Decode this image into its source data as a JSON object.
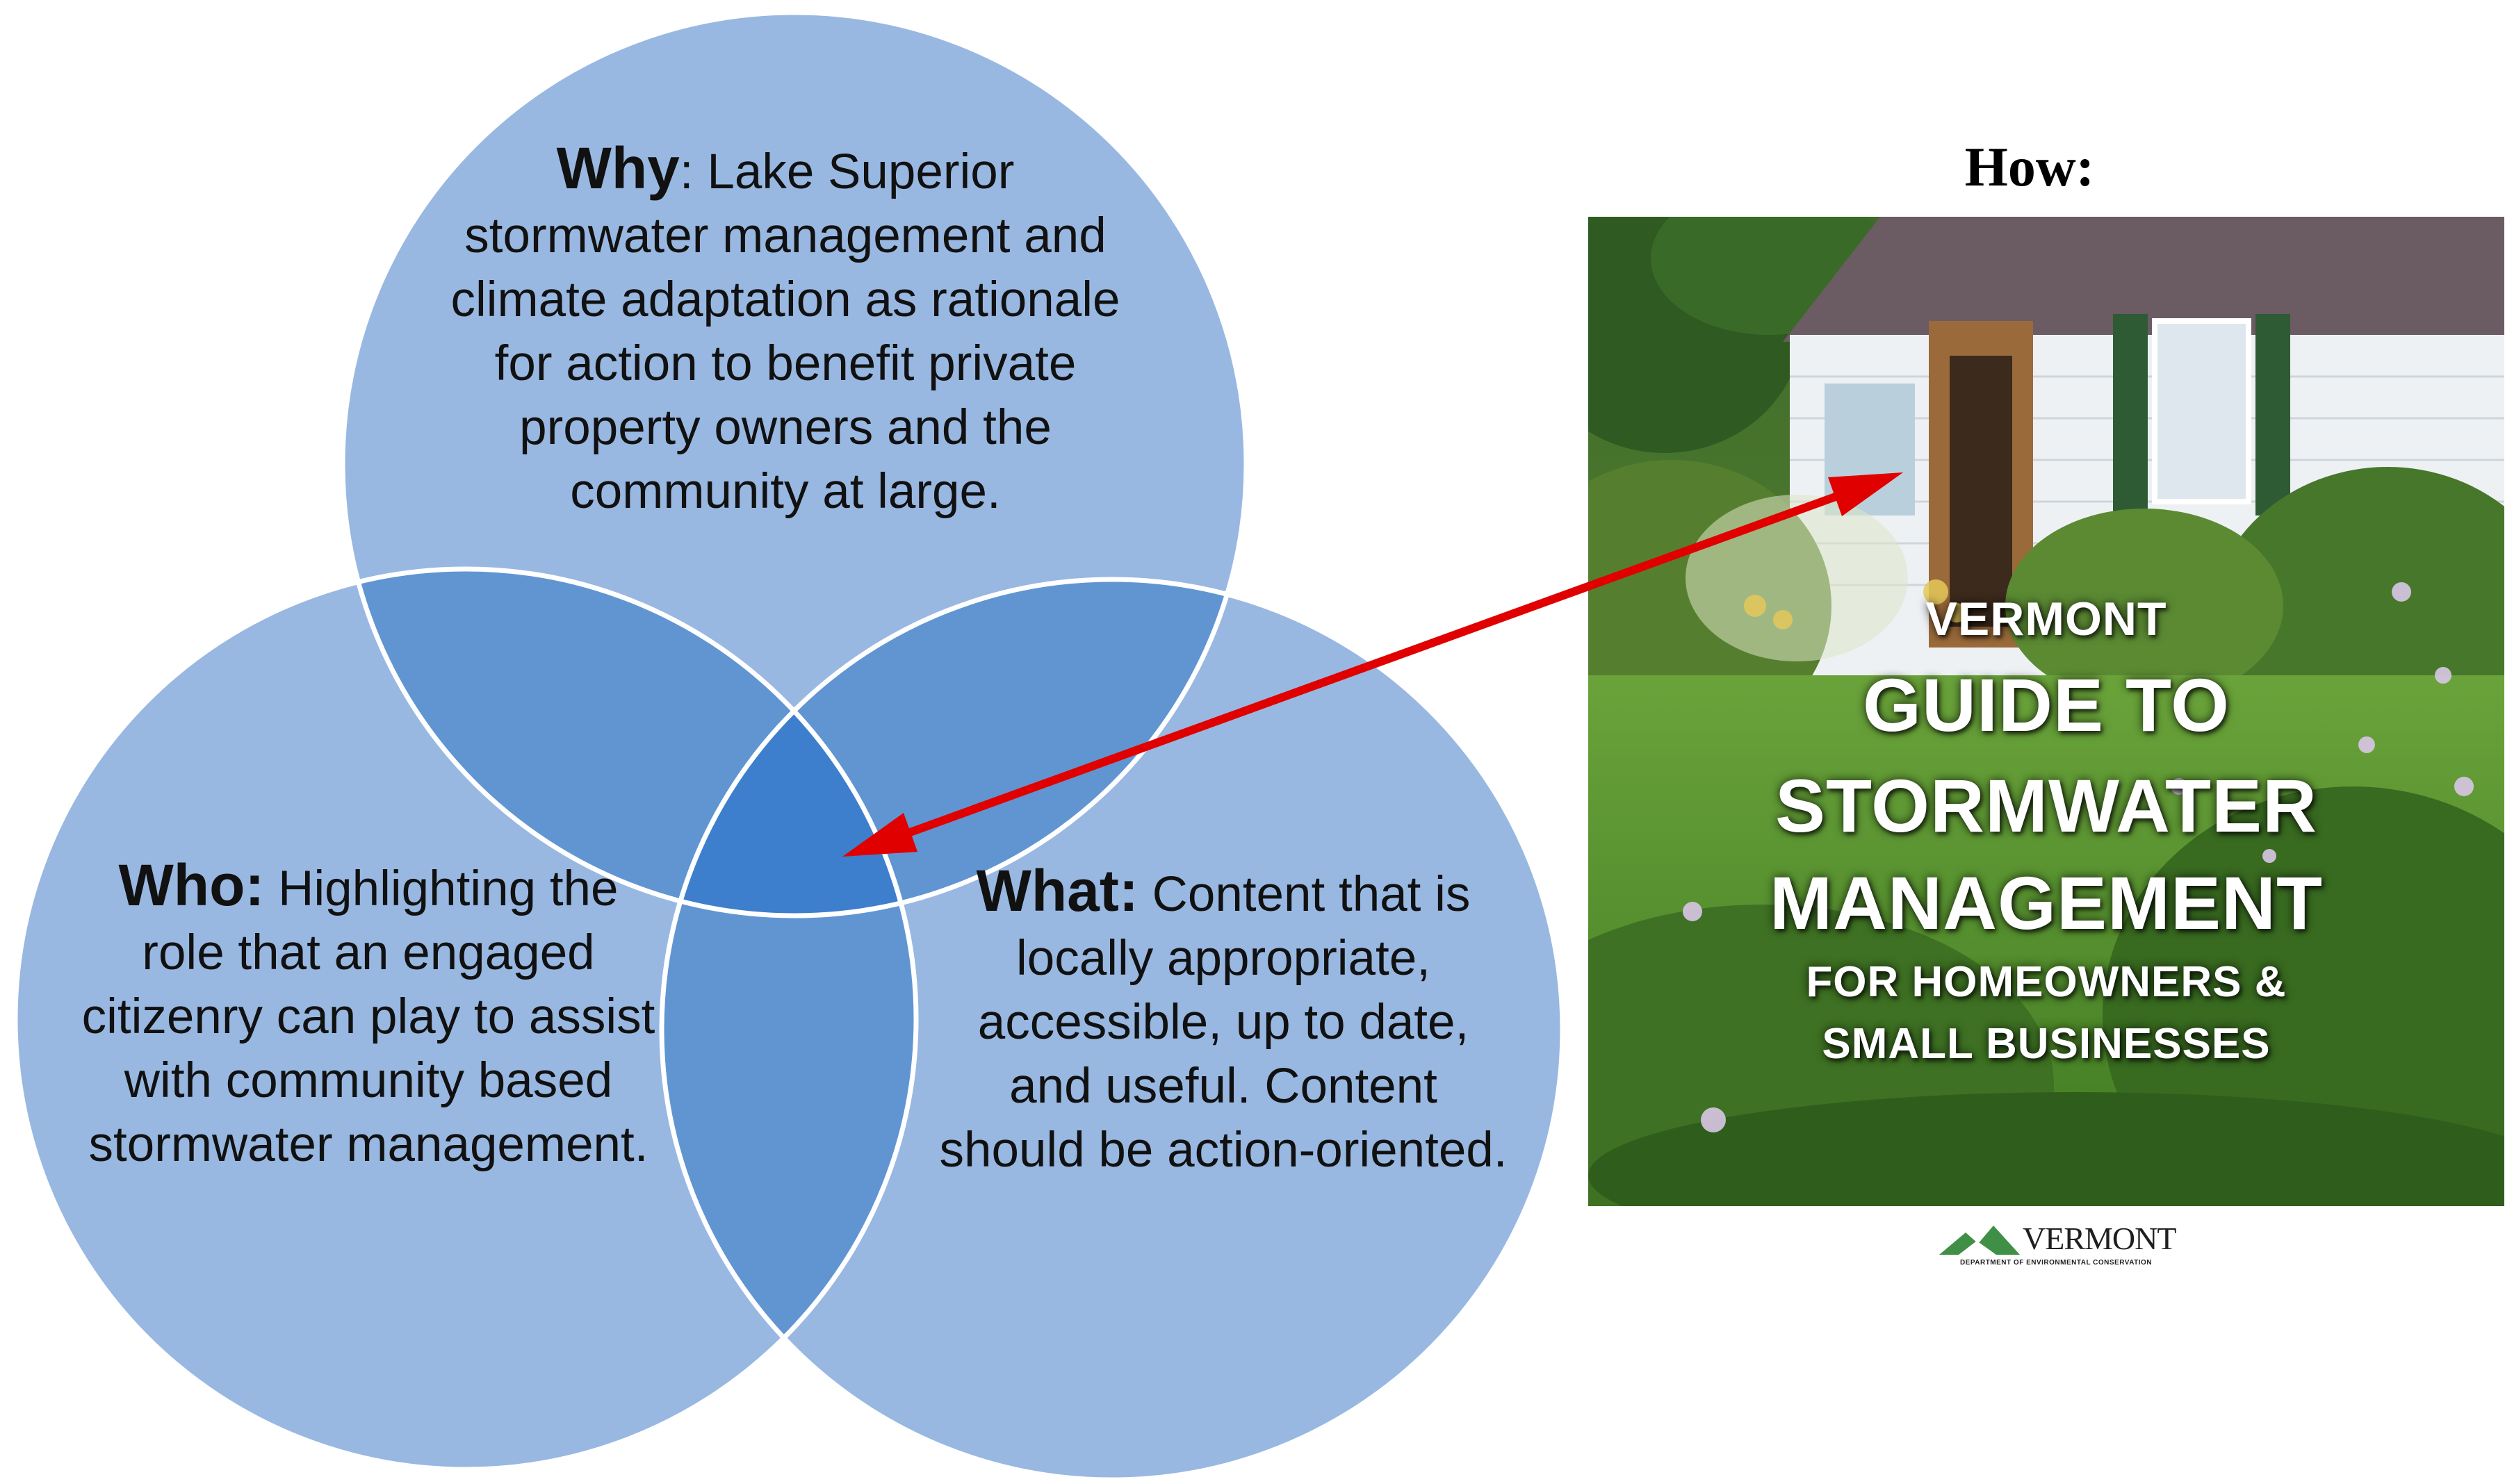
{
  "venn": {
    "why": {
      "heading": "Why",
      "body": ": Lake Superior stormwater management and climate adaptation as rationale for action to benefit private property owners and the community at large."
    },
    "who": {
      "heading": "Who:",
      "body": " Highlighting the role that an engaged citizenry can play to assist with community based stormwater management."
    },
    "what": {
      "heading": "What:",
      "body": " Content that is locally appropriate, accessible, up to date, and useful. Content should be action-oriented."
    }
  },
  "how": {
    "title": "How:",
    "cover": {
      "line1": "VERMONT",
      "line2": "GUIDE TO",
      "line3": "STORMWATER",
      "line4": "MANAGEMENT",
      "line5": "FOR HOMEOWNERS &",
      "line6": "SMALL BUSINESSES"
    },
    "logo": {
      "name": "VERMONT",
      "subtitle": "DEPARTMENT OF ENVIRONMENTAL CONSERVATION"
    }
  },
  "colors": {
    "circle_fill": "#98b8e2",
    "overlap_two": "#6095d2",
    "overlap_three": "#3d7fcc",
    "circle_stroke": "#ffffff",
    "arrow": "#e00000"
  }
}
